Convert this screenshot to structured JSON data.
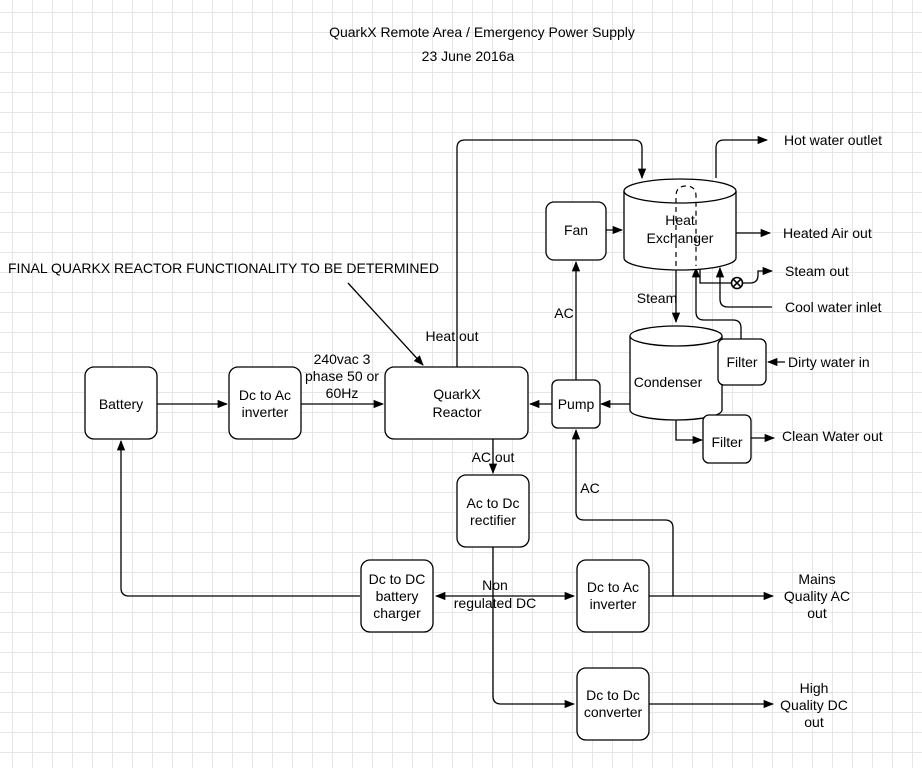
{
  "header": {
    "title": "QuarkX Remote Area / Emergency Power Supply",
    "date": "23 June 2016a"
  },
  "note": "FINAL QUARKX REACTOR FUNCTIONALITY TO BE DETERMINED",
  "nodes": {
    "battery": "Battery",
    "dc_ac_inverter_top": [
      "Dc to Ac",
      "inverter"
    ],
    "reactor": [
      "QuarkX",
      "Reactor"
    ],
    "pump": "Pump",
    "fan": "Fan",
    "heat_exchanger": [
      "Heat",
      "Exchanger"
    ],
    "condenser": "Condenser",
    "filter_dirty": "Filter",
    "filter_clean": "Filter",
    "ac_dc_rectifier": [
      "Ac to Dc",
      "rectifier"
    ],
    "battery_charger": [
      "Dc to DC",
      "battery",
      "charger"
    ],
    "dc_ac_inverter_bottom": [
      "Dc to Ac",
      "inverter"
    ],
    "dc_dc_converter": [
      "Dc to Dc",
      "converter"
    ]
  },
  "edge_labels": {
    "supply": [
      "240vac 3",
      "phase 50 or",
      "60Hz"
    ],
    "heat_out": "Heat out",
    "ac_out": "AC out",
    "ac_fan": "AC",
    "ac_pump": "AC",
    "steam": "Steam",
    "non_regulated": [
      "Non",
      "regulated DC"
    ]
  },
  "outputs": {
    "hot_water": "Hot water outlet",
    "heated_air": "Heated Air out",
    "steam_out": "Steam out",
    "cool_water": "Cool water inlet",
    "dirty_water": "Dirty water in",
    "clean_water": "Clean Water out",
    "mains_ac": [
      "Mains",
      "Quality AC",
      "out"
    ],
    "high_dc": [
      "High",
      "Quality DC",
      "out"
    ]
  }
}
